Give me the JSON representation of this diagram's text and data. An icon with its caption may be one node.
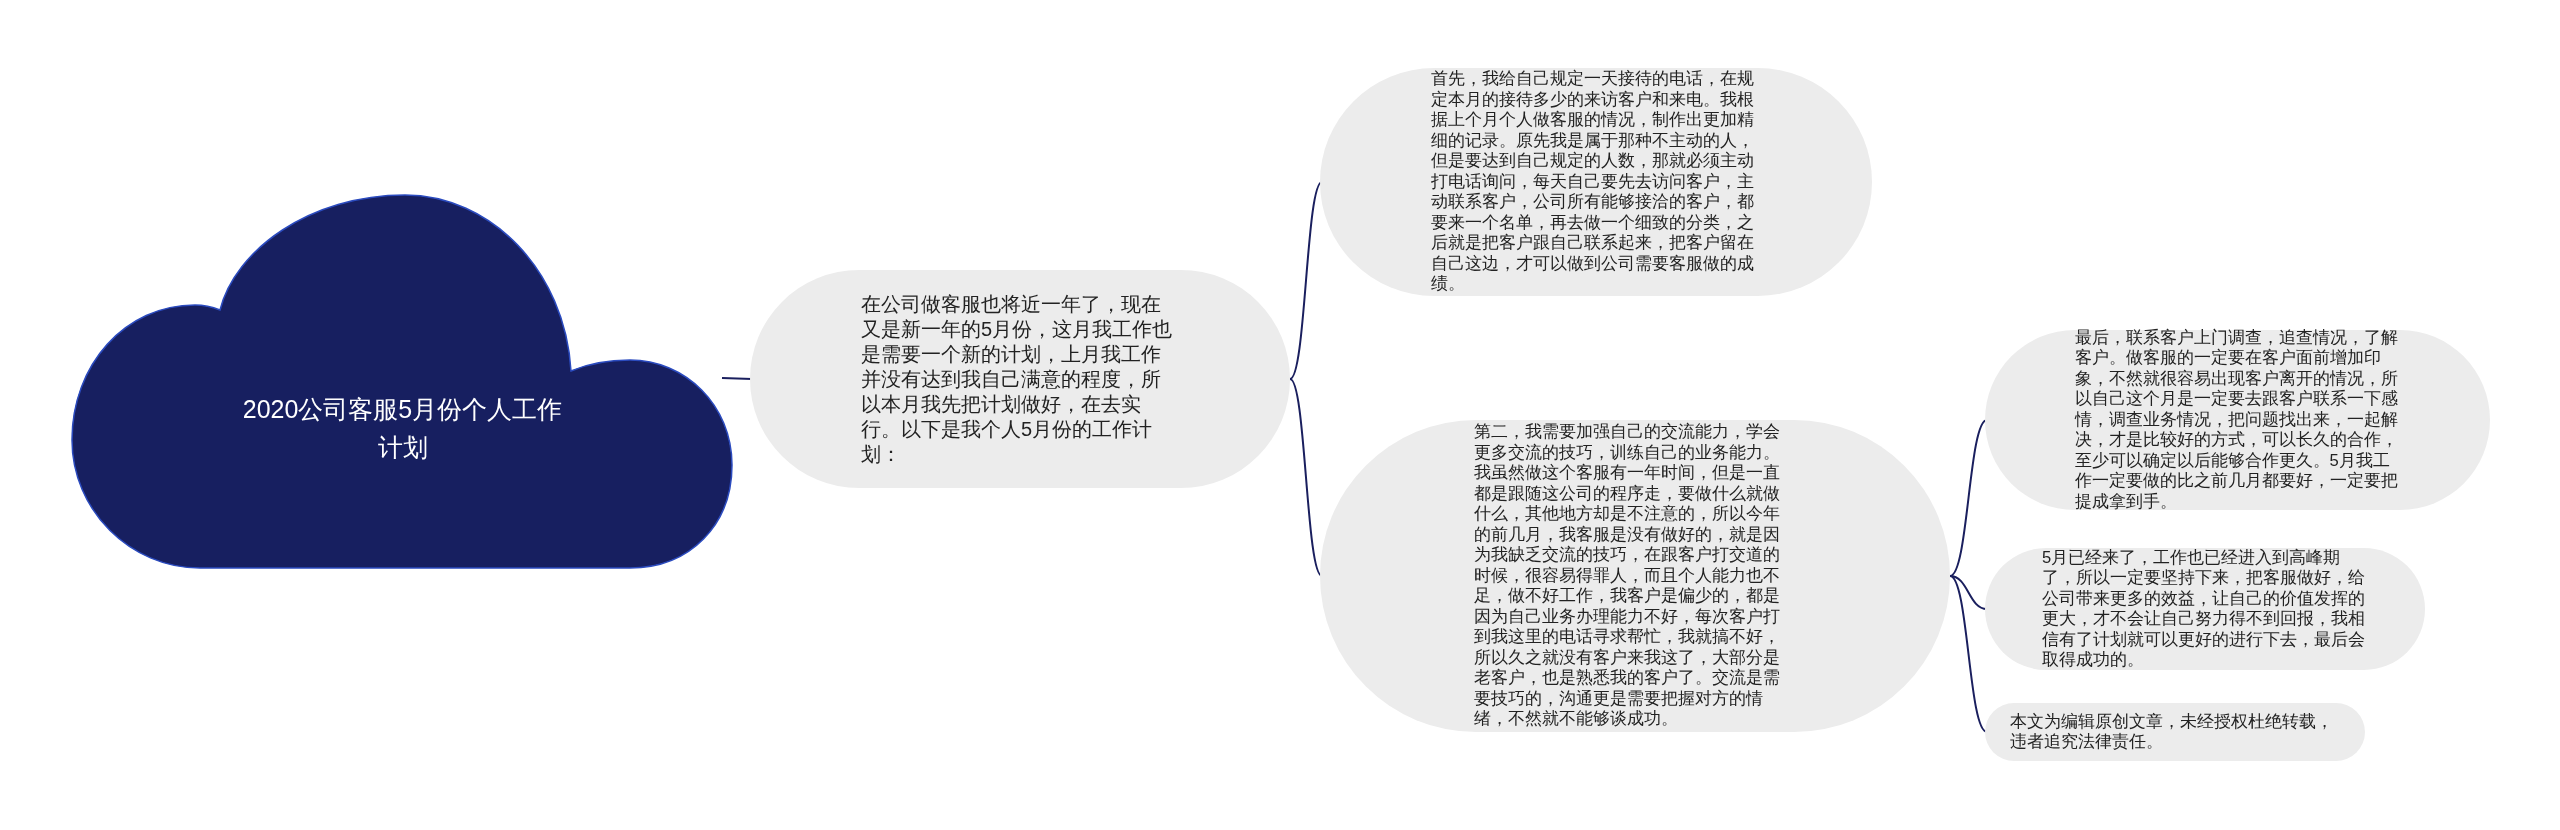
{
  "diagram": {
    "nodes": [
      {
        "text": [
          "2020公司客服5月份个人工作计划"
        ]
      },
      {
        "text": [
          "在公司做客服也将近一年了，现在又是新一年的5月份，这月我工作也是需要一个新的计划，上月我工作并没有达到我自己满意的程度，所以本月我先把计划做好，在去实行。以下是我个人5月份的工作计划："
        ]
      },
      {
        "text": [
          "首先，我给自己规定一天接待的电话，在规定本月的接待多少的来访客户和来电。我根据上个月个人做客服的情况，制作出更加精细的记录。原先我是属于那种不主动的人，但是要达到自己规定的人数，那就必须主动打电话询问，每天自己要先去访问客户，主动联系客户，公司所有能够接洽的客户，都要来一个名单，再去做一个细致的分类，之后就是把客户跟自己联系起来，把客户留在自己这边，才可以做到公司需要客服做的成绩。"
        ]
      },
      {
        "text": [
          "第二，我需要加强自己的交流能力，学会更多交流的技巧，训练自己的业务能力。我虽然做这个客服有一年时间，但是一直都是跟随这公司的程序走，要做什么就做什么，其他地方却是不注意的，所以今年的前几月，我客服是没有做好的，就是因为我缺乏交流的技巧，在跟客户打交道的时候，很容易得罪人，而且个人能力也不足，做不好工作，我客户是偏少的，都是因为自己业务办理能力不好，每次客户打到我这里的电话寻求帮忙，我就搞不好，所以久之就没有客户来我这了，大部分是老客户，也是熟悉我的客户了。交流是需要技巧的，沟通更是需要把握对方的情绪，不然就不能够谈成功。"
        ]
      },
      {
        "text": [
          "最后，联系客户上门调查，追查情况，了解客户。做客服的一定要在客户面前增加印象，不然就很容易出现客户离开的情况，所以自己这个月是一定要去跟客户联系一下感情，调查业务情况，把问题找出来，一起解决，才是比较好的方式，可以长久的合作，至少可以确定以后能够合作更久。5月我工作一定要做的比之前几月都要好，一定要把提成拿到手。"
        ]
      },
      {
        "text": [
          "5月已经来了，工作也已经进入到高峰期了，所以一定要坚持下来，把客服做好，给公司带来更多的效益，让自己的价值发挥的更大，才不会让自己努力得不到回报，我相信有了计划就可以更好的进行下去，最后会取得成功的。"
        ]
      },
      {
        "text": [
          "本文为编辑原创文章，未经授权杜绝转载，违者追究法律责任。"
        ]
      }
    ],
    "edges": [
      {
        "from": 0,
        "to": 1,
        "arrow": "none"
      },
      {
        "from": 1,
        "to": 2,
        "arrow": "none"
      },
      {
        "from": 1,
        "to": 3,
        "arrow": "none"
      },
      {
        "from": 3,
        "to": 4,
        "arrow": "none"
      },
      {
        "from": 3,
        "to": 5,
        "arrow": "none"
      },
      {
        "from": 3,
        "to": 6,
        "arrow": "none"
      }
    ]
  }
}
